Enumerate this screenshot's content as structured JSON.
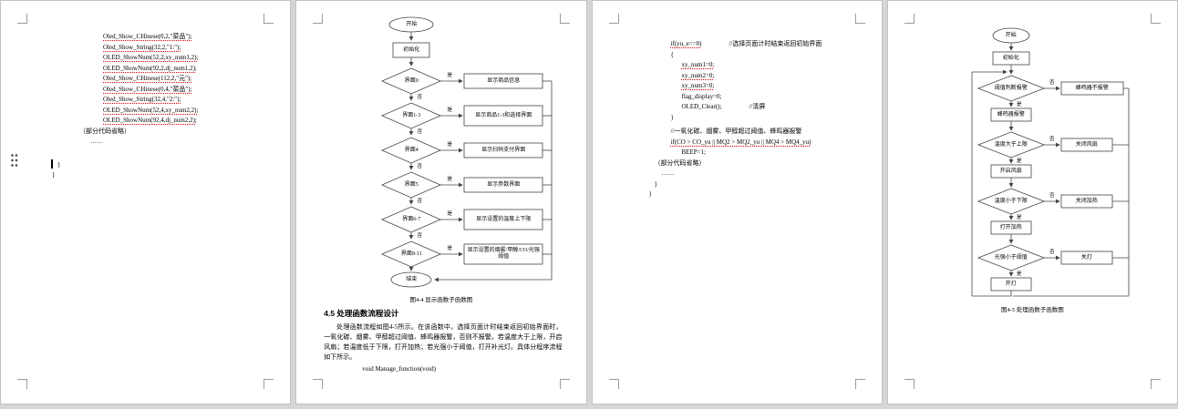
{
  "app": {
    "background": "#d6d6d6",
    "page_background": "#ffffff",
    "underline_color": "#e00000"
  },
  "p1": {
    "code": [
      "Oled_Show_CHinese(0,2,\"菜品\");",
      "Oled_Show_String(32,2,\"1:\");",
      "OLED_ShowNum(52,2,xy_num1,2);",
      "OLED_ShowNum(92,2,dj_num1,2);",
      "Oled_Show_CHinese(112,2,\"元\");",
      "Oled_Show_CHinese(0,4,\"菜品\");",
      "Oled_Show_String(32,4,\"2:\");",
      "OLED_ShowNum(52,4,xy_num2,2);",
      "OLED_ShowNum(92,4,dj_num2,2);",
      "（部分代码省略）",
      "……",
      "}",
      "}"
    ]
  },
  "p2": {
    "flowchart": {
      "start": "开始",
      "init": "初始化",
      "d0": "界面0",
      "d1": "界面1-3",
      "d2": "界面4",
      "d3": "界面5",
      "d4": "界面6-7",
      "d5": "界面8-11",
      "r0": "显示商品信息",
      "r1": "显示商品1-3和选择界面",
      "r2": "显示扫码支付界面",
      "r3": "显示参数界面",
      "r4": "显示设置的温度上下限",
      "r5": "显示设置的烟雾/甲醇/CO/光强阈值",
      "end": "结束",
      "yes": "是",
      "no": "否"
    },
    "caption": "图4-4 显示函数子函数图",
    "heading": "4.5 处理函数流程设计",
    "paragraph": "处理函数流程如图4-5所示。在该函数中，选择页面计时结束返回初始界面时，一氧化碳、烟雾、甲醇超过阈值、蜂鸣器报警，否则不报警。若温度大于上限，开启风扇；若温度低于下限，打开加热；若光强小于阈值，打开补光灯。具体分程序流程如下所示。",
    "code_line": "void Manage_function(void)"
  },
  "p3": {
    "lines": [
      {
        "code": "if(yu_e==0)",
        "comment": "//选择页面计时结束返回初始界面"
      },
      {
        "code": "{"
      },
      {
        "code": "xy_num1=0;"
      },
      {
        "code": "xy_num2=0;"
      },
      {
        "code": "xy_num3=0;"
      },
      {
        "code": "flag_display=0;"
      },
      {
        "code": "OLED_Clear();",
        "comment": "//清屏"
      },
      {
        "code": "}"
      },
      {
        "code": "//一氧化碳、烟雾、甲醇超过阈值、蜂鸣器报警"
      },
      {
        "code": "if(CO > CO_yu || MQ2 > MQ2_yu || MQ4 > MQ4_yu)"
      },
      {
        "code": "BEEP=1;"
      },
      {
        "code": "（部分代码省略）"
      },
      {
        "code": "……"
      },
      {
        "code": "}"
      },
      {
        "code": "}"
      }
    ]
  },
  "p4": {
    "flowchart": {
      "start": "开始",
      "init": "初始化",
      "d0": "阈值判断报警",
      "a0": "蜂鸣器报警",
      "b0": "蜂鸣器不报警",
      "d1": "温度大于上限",
      "a1": "开启风扇",
      "b1": "关闭风扇",
      "d2": "温度小于下限",
      "a2": "打开加热",
      "b2": "关闭加热",
      "d3": "光强小于阈值",
      "a3": "开灯",
      "b3": "关灯",
      "yes": "是",
      "no": "否"
    },
    "caption": "图4-5 处理函数子函数图"
  }
}
